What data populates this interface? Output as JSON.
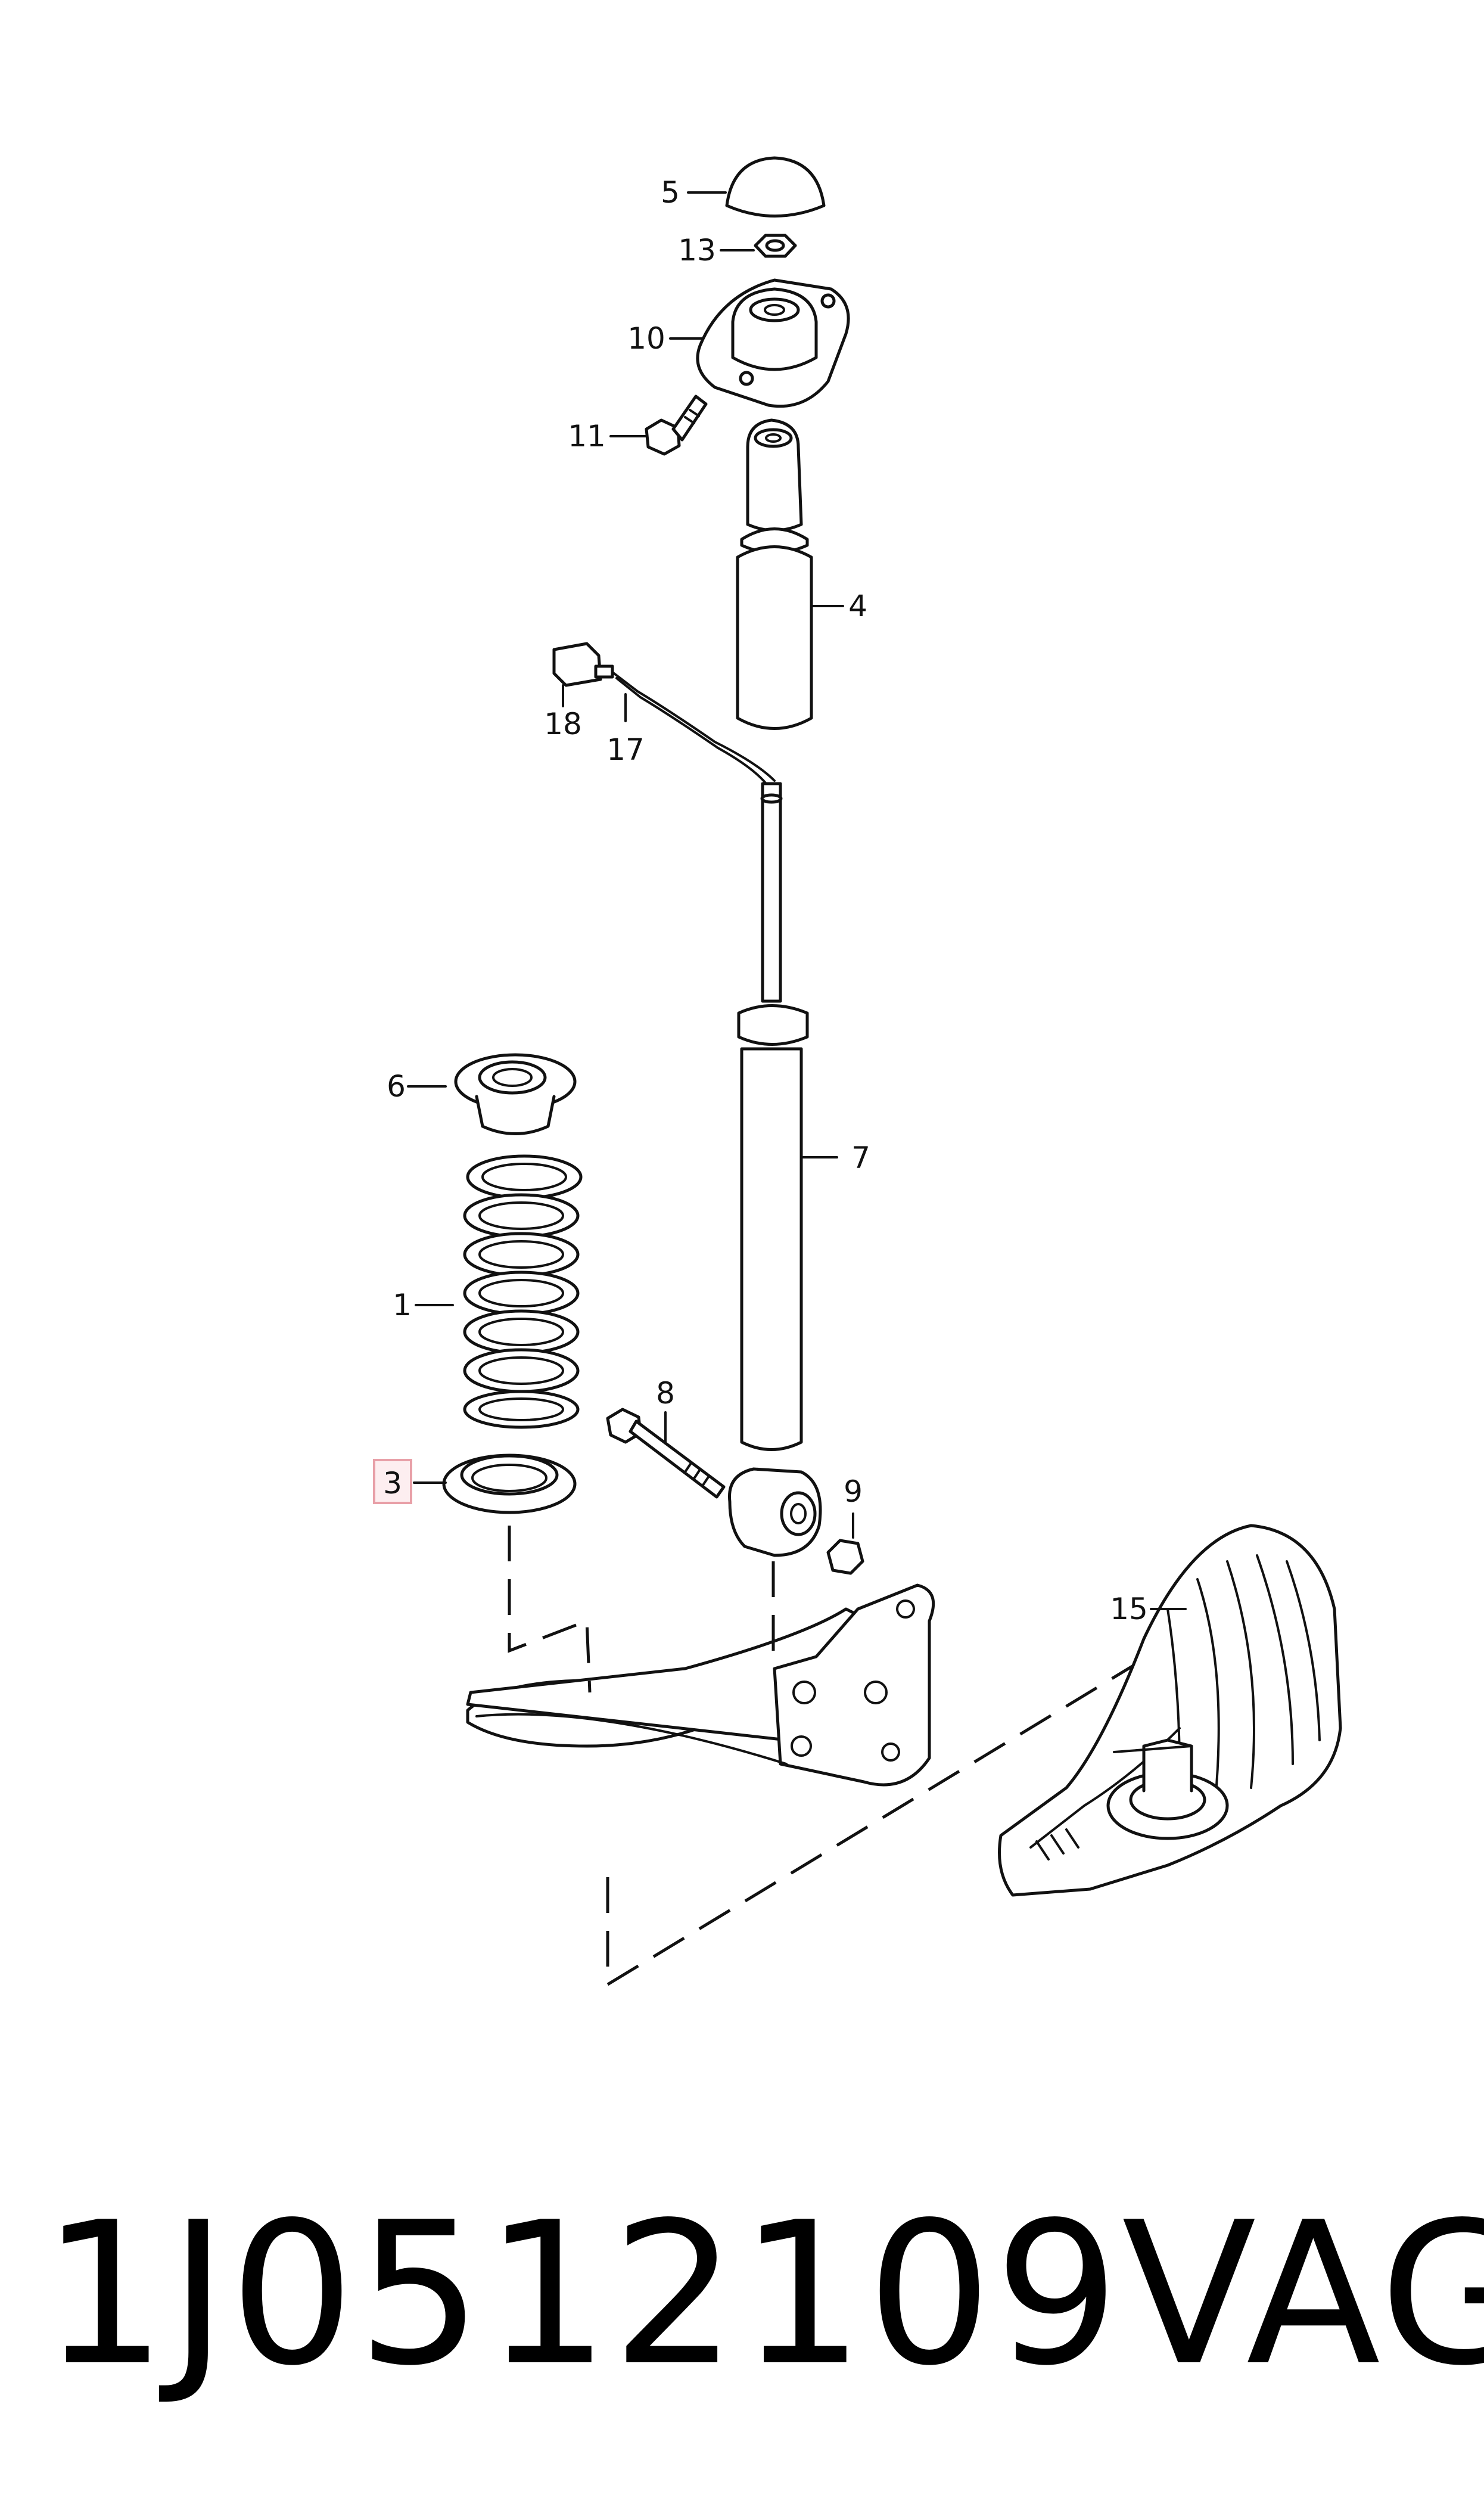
{
  "diagram": {
    "callouts": [
      {
        "id": "label-5",
        "text": "5"
      },
      {
        "id": "label-13",
        "text": "13"
      },
      {
        "id": "label-10",
        "text": "10"
      },
      {
        "id": "label-11",
        "text": "11"
      },
      {
        "id": "label-4",
        "text": "4"
      },
      {
        "id": "label-18",
        "text": "18"
      },
      {
        "id": "label-17",
        "text": "17"
      },
      {
        "id": "label-6",
        "text": "6"
      },
      {
        "id": "label-7",
        "text": "7"
      },
      {
        "id": "label-1",
        "text": "1"
      },
      {
        "id": "label-8",
        "text": "8"
      },
      {
        "id": "label-3",
        "text": "3"
      },
      {
        "id": "label-9",
        "text": "9"
      },
      {
        "id": "label-15",
        "text": "15"
      }
    ],
    "highlight_color": "#e8a0a8"
  },
  "footer": {
    "part_number": "1J0512109",
    "brand": "VAG"
  }
}
